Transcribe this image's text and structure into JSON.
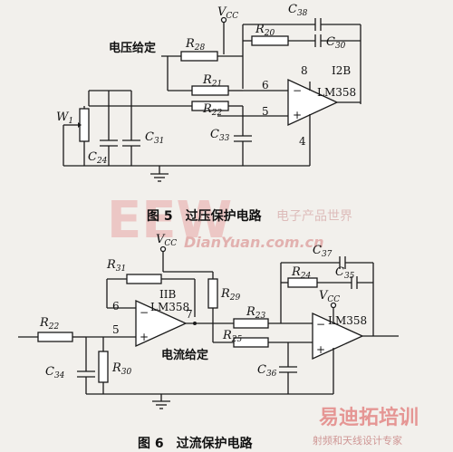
{
  "figure5": {
    "caption": "图 5　过压保护电路",
    "input_label": "电压给定",
    "vcc": "V",
    "vcc_sub": "CC",
    "opamp_name": "I2B",
    "opamp_model": "LM358",
    "pins": {
      "p8": "8",
      "p6": "6",
      "p5": "5",
      "p4": "4"
    },
    "components": {
      "R28": "R",
      "R28_sub": "28",
      "R20": "R",
      "R20_sub": "20",
      "R21": "R",
      "R21_sub": "21",
      "R22": "R",
      "R22_sub": "22",
      "C38": "C",
      "C38_sub": "38",
      "C30": "C",
      "C30_sub": "30",
      "C33": "C",
      "C33_sub": "33",
      "C24": "C",
      "C24_sub": "24",
      "C31": "C",
      "C31_sub": "31",
      "W1": "W",
      "W1_sub": "1"
    }
  },
  "figure6": {
    "caption": "图 6　过流保护电路",
    "mid_label": "电流给定",
    "vcc": "V",
    "vcc_sub": "CC",
    "opamp_name": "IIB",
    "opamp_model": "LM358",
    "opamp2_model": "LM358",
    "pins": {
      "p6": "6",
      "p5": "5",
      "p7": "7"
    },
    "components": {
      "R31": "R",
      "R31_sub": "31",
      "R29": "R",
      "R29_sub": "29",
      "R22": "R",
      "R22_sub": "22",
      "R30": "R",
      "R30_sub": "30",
      "R23": "R",
      "R23_sub": "23",
      "R25": "R",
      "R25_sub": "25",
      "R24": "R",
      "R24_sub": "24",
      "C34": "C",
      "C34_sub": "34",
      "C36": "C",
      "C36_sub": "36",
      "C37": "C",
      "C37_sub": "37",
      "C35": "C",
      "C35_sub": "35"
    }
  },
  "watermarks": {
    "logo": "EEW",
    "site": "DianYuan.com.cn",
    "slogan": "电子产品世界",
    "brand": "易迪拓培训",
    "brand_sub": "射频和天线设计专家"
  }
}
